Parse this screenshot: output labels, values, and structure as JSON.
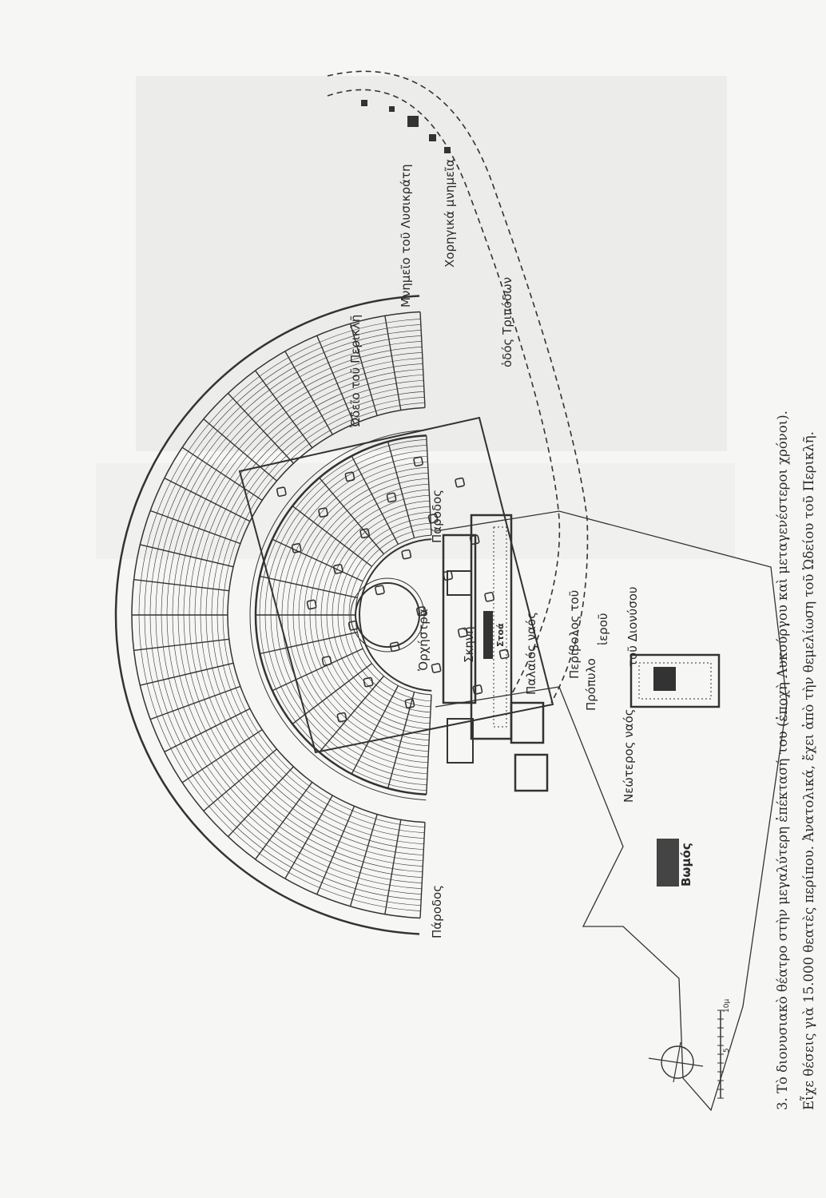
{
  "plan": {
    "labels": {
      "odeion": "Ὠδεῖο τοῦ Περικλῆ",
      "lysicrates": "Μνημεῖο τοῦ Λυσικράτη",
      "choregic": "Χορηγικά μνημεῖα",
      "tripods_street": "ὁδός Τριπόδων",
      "propylon": "Πρόπυλο",
      "parodos_right": "Πάροδος",
      "parodos_left": "Πάροδος",
      "orchestra": "Ὀρχήστρα",
      "skene": "Σκηνή",
      "stoa": "Στοά",
      "old_temple": "Παλαιός ναός",
      "peribolos_1": "Περίβολος τοῦ",
      "peribolos_2": "ἱεροῦ",
      "peribolos_3": "τοῦ Διονύσου",
      "new_temple": "Νεώτερος ναός",
      "altar": "Βωμός"
    },
    "scale": {
      "ticks": [
        "5",
        "10μ"
      ]
    }
  },
  "caption": {
    "line1": "3. Τὸ διονυσιακὸ θέατρο στὴν μεγαλύτερη ἐπέκτασή του (ἐποχὴ Λυκούργου καὶ μεταγενέστεροι χρόνοι).",
    "line2": "Εἶχε θέσεις γιὰ 15.000 θεατὲς περίπου. Ἀνατολικά, ἔχει ἀπὸ τὴν θεμελίωση τοῦ Ὠδείου τοῦ Περικλῆ."
  }
}
